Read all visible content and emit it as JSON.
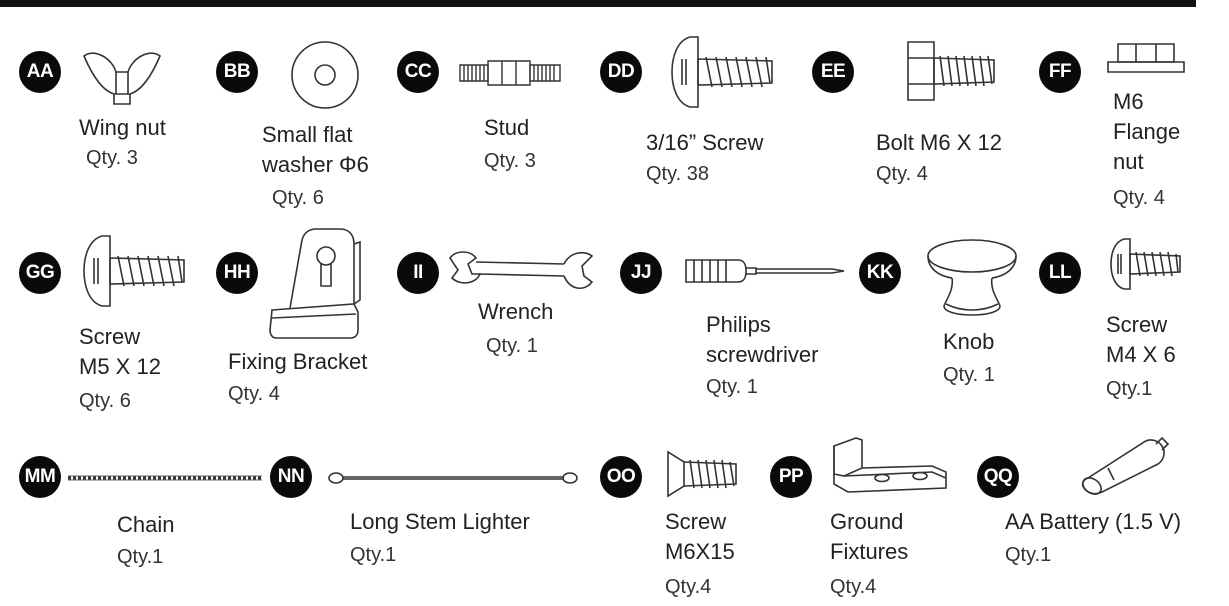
{
  "parts": {
    "AA": {
      "code": "AA",
      "name": "Wing nut",
      "qty": "Qty. 3",
      "icon": "wing-nut-icon"
    },
    "BB": {
      "code": "BB",
      "name": "Small flat\nwasher Φ6",
      "qty": "Qty. 6",
      "icon": "flat-washer-icon"
    },
    "CC": {
      "code": "CC",
      "name": "Stud",
      "qty": "Qty. 3",
      "icon": "stud-icon"
    },
    "DD": {
      "code": "DD",
      "name": "3/16” Screw",
      "qty": "Qty. 38",
      "icon": "screw-icon"
    },
    "EE": {
      "code": "EE",
      "name": "Bolt M6 X 12",
      "qty": "Qty. 4",
      "icon": "bolt-icon"
    },
    "FF": {
      "code": "FF",
      "name": "M6\nFlange\nnut",
      "qty": "Qty. 4",
      "icon": "flange-nut-icon"
    },
    "GG": {
      "code": "GG",
      "name": "Screw\nM5 X 12",
      "qty": "Qty. 6",
      "icon": "screw-icon"
    },
    "HH": {
      "code": "HH",
      "name": "Fixing Bracket",
      "qty": "Qty. 4",
      "icon": "fixing-bracket-icon"
    },
    "II": {
      "code": "II",
      "name": "Wrench",
      "qty": "Qty. 1",
      "icon": "wrench-icon"
    },
    "JJ": {
      "code": "JJ",
      "name": "Philips\nscrewdriver",
      "qty": "Qty. 1",
      "icon": "screwdriver-icon"
    },
    "KK": {
      "code": "KK",
      "name": "Knob",
      "qty": "Qty. 1",
      "icon": "knob-icon"
    },
    "LL": {
      "code": "LL",
      "name": "Screw\nM4 X 6",
      "qty": "Qty.1",
      "icon": "screw-icon"
    },
    "MM": {
      "code": "MM",
      "name": "Chain",
      "qty": "Qty.1",
      "icon": "chain-icon"
    },
    "NN": {
      "code": "NN",
      "name": "Long Stem Lighter",
      "qty": "Qty.1",
      "icon": "lighter-icon"
    },
    "OO": {
      "code": "OO",
      "name": "Screw\nM6X15",
      "qty": "Qty.4",
      "icon": "flat-head-screw-icon"
    },
    "PP": {
      "code": "PP",
      "name": "Ground\nFixtures",
      "qty": "Qty.4",
      "icon": "ground-fixture-icon"
    },
    "QQ": {
      "code": "QQ",
      "name": "AA Battery (1.5 V)",
      "qty": "Qty.1",
      "icon": "battery-icon"
    }
  },
  "colors": {
    "badge": "#0a0a0a",
    "badge_text": "#ffffff",
    "line_art": "#333333",
    "text": "#222222"
  }
}
